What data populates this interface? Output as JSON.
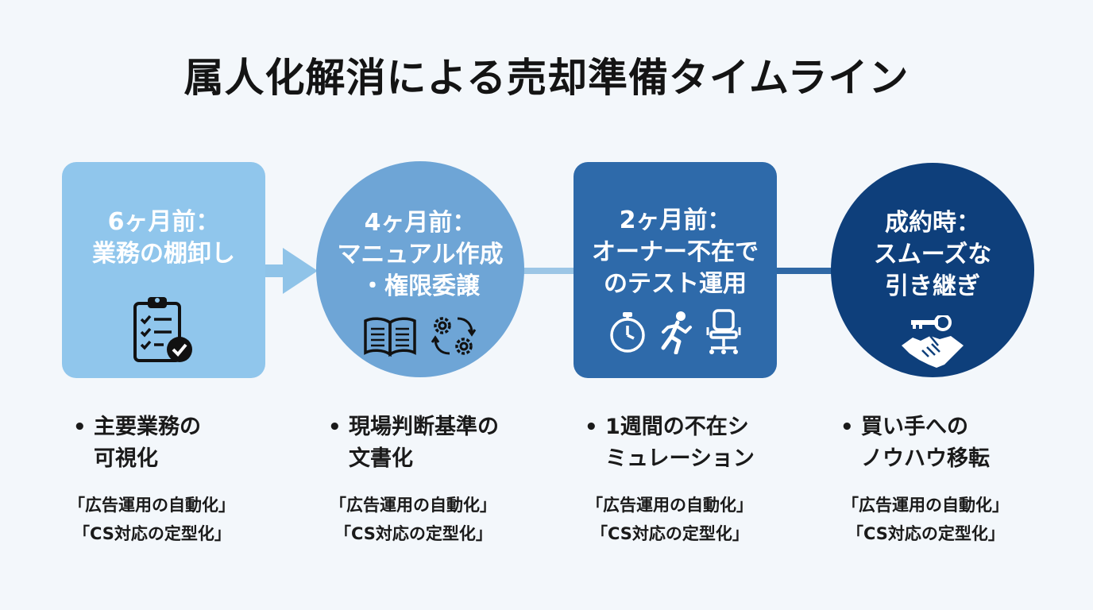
{
  "title": "属人化解消による売却準備タイムライン",
  "colors": {
    "background": "#f3f7fb",
    "stage1": "#90c6ec",
    "stage2": "#6ea5d6",
    "stage3": "#2e6aaa",
    "stage4": "#0e3f7b"
  },
  "stages": [
    {
      "lines": [
        "6ヶ月前：",
        "業務の棚卸し"
      ],
      "icons": [
        "clipboard-checklist-icon"
      ],
      "shape": "rounded-card",
      "task": {
        "title_lines": [
          "主要業務の",
          "可視化"
        ],
        "examples": [
          "「広告運用の自動化」",
          "「CS対応の定型化」"
        ]
      }
    },
    {
      "lines": [
        "4ヶ月前：",
        "マニュアル作成",
        "・権限委譲"
      ],
      "icons": [
        "open-book-icon",
        "gears-cycle-icon"
      ],
      "shape": "circle",
      "task": {
        "title_lines": [
          "現場判断基準の",
          "文書化"
        ],
        "examples": [
          "「広告運用の自動化」",
          "「CS対応の定型化」"
        ]
      }
    },
    {
      "lines": [
        "2ヶ月前：",
        "オーナー不在で",
        "のテスト運用"
      ],
      "icons": [
        "stopwatch-icon",
        "running-person-icon",
        "office-chair-icon"
      ],
      "shape": "rounded-card",
      "task": {
        "title_lines": [
          "1週間の不在シ",
          "ミュレーション"
        ],
        "examples": [
          "「広告運用の自動化」",
          "「CS対応の定型化」"
        ]
      }
    },
    {
      "lines": [
        "成約時：",
        "スムーズな",
        "引き継ぎ"
      ],
      "icons": [
        "key-handshake-icon"
      ],
      "shape": "circle",
      "task": {
        "title_lines": [
          "買い手への",
          "ノウハウ移転"
        ],
        "examples": [
          "「広告運用の自動化」",
          "「CS対応の定型化」"
        ]
      }
    }
  ]
}
